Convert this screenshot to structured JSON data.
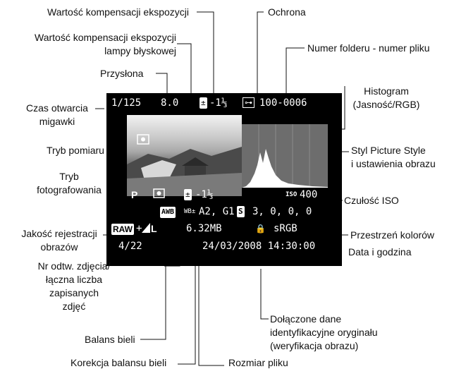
{
  "labels": {
    "exp_comp": "Wartość kompensacji ekspozycji",
    "protection": "Ochrona",
    "flash_comp_1": "Wartość kompensacji ekspozycji",
    "flash_comp_2": "lampy błyskowej",
    "folder_file": "Numer folderu - numer pliku",
    "aperture": "Przysłona",
    "shutter_1": "Czas otwarcia",
    "shutter_2": "migawki",
    "histogram_1": "Histogram",
    "histogram_2": "(Jasność/RGB)",
    "metering": "Tryb pomiaru",
    "picture_style_1": "Styl Picture Style",
    "picture_style_2": "i ustawienia obrazu",
    "shooting_1": "Tryb",
    "shooting_2": "fotografowania",
    "iso": "Czułość ISO",
    "quality_1": "Jakość rejestracji",
    "quality_2": "obrazów",
    "color_space": "Przestrzeń kolorów",
    "datetime": "Data i godzina",
    "playback_1": "Nr odtw. zdjęcia/",
    "playback_2": "łączna liczba",
    "playback_3": "zapisanych",
    "playback_4": "zdjęć",
    "verification_1": "Dołączone dane",
    "verification_2": "identyfikacyjne oryginału",
    "verification_3": "(weryfikacja obrazu)",
    "wb": "Balans bieli",
    "wb_correction": "Korekcja balansu bieli",
    "file_size": "Rozmiar pliku"
  },
  "screen": {
    "shutter": "1/125",
    "aperture": "8.0",
    "exp_comp": "-1⅓",
    "exp_comp_icon": "±",
    "protect_icon": "⊶",
    "folder_file": "100-0006",
    "mode": "P",
    "flash_comp": "-1⅓",
    "flash_comp_icon": "±",
    "iso_icon": "ISO",
    "iso": "400",
    "awb": "AWB",
    "wb_shift_icon": "WB±",
    "wb_shift": "A2, G1",
    "style_icon": "S",
    "style_values": "3,  0,  0,  0",
    "raw": "RAW",
    "plus": "+",
    "jpeg": "L",
    "file_size": "6.32MB",
    "lock_icon": "🔒",
    "color_space": "sRGB",
    "counter": "4/22",
    "datetime": "24/03/2008 14:30:00"
  },
  "colors": {
    "screen_bg": "#000000",
    "text": "#111111",
    "hist_bg": "#6d6d6d"
  }
}
